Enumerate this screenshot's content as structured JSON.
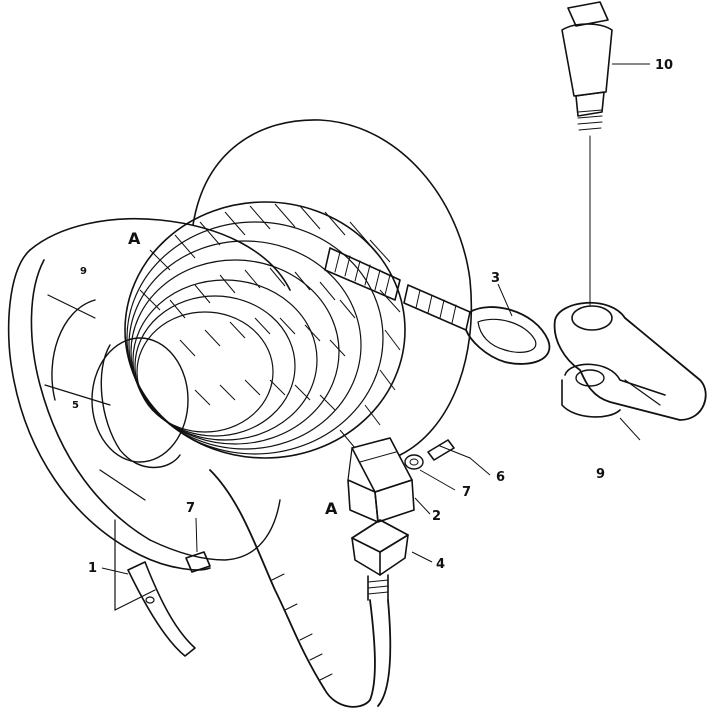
{
  "diagram": {
    "callouts": [
      {
        "id": "1",
        "label": "1"
      },
      {
        "id": "2",
        "label": "2"
      },
      {
        "id": "3",
        "label": "3"
      },
      {
        "id": "4",
        "label": "4"
      },
      {
        "id": "5",
        "label": "5"
      },
      {
        "id": "6",
        "label": "6"
      },
      {
        "id": "7a",
        "label": "7"
      },
      {
        "id": "7b",
        "label": "7"
      },
      {
        "id": "9a",
        "label": "9"
      },
      {
        "id": "9b",
        "label": "9"
      },
      {
        "id": "10",
        "label": "10"
      }
    ],
    "section_marks": [
      {
        "id": "A-top",
        "label": "A"
      },
      {
        "id": "A-bottom",
        "label": "A"
      }
    ]
  }
}
